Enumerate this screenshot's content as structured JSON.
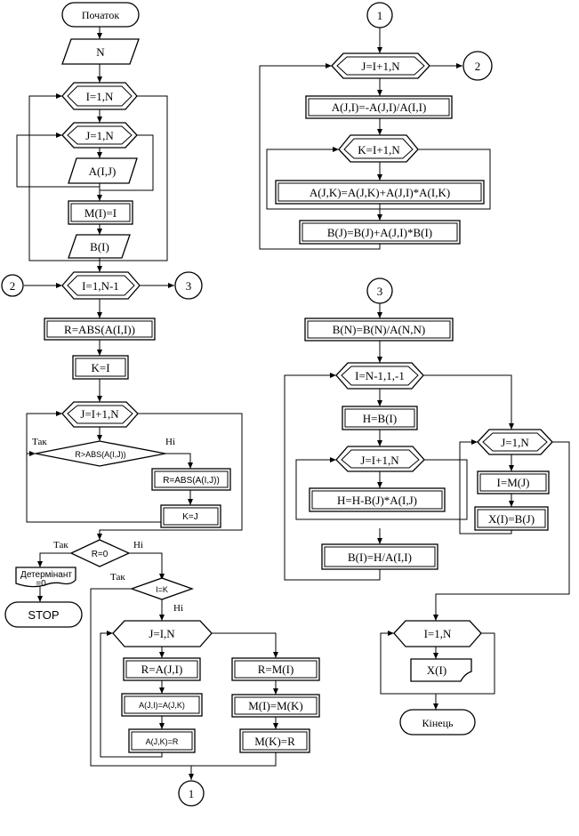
{
  "nodes": {
    "start": "Початок",
    "input_n": "N",
    "loop_i_1": "I=1,N",
    "loop_j_1": "J=1,N",
    "input_aij": "A(I,J)",
    "assign_mi": "M(I)=I",
    "input_bi": "B(I)",
    "conn_2_left": "2",
    "loop_i_2": "I=1,N-1",
    "conn_3_right": "3",
    "assign_r_abs": "R=ABS(A(I,I))",
    "assign_k_i": "K=I",
    "loop_j_2": "J=I+1,N",
    "cond_r_gt": "R>ABS(A(I,J))",
    "yes_1": "Так",
    "no_1": "Ні",
    "assign_r_abs_j": "R=ABS(A(I,J))",
    "assign_k_j": "K=J",
    "cond_r_zero": "R=0",
    "yes_2": "Так",
    "no_2": "Ні",
    "det_zero_l1": "Детермінант",
    "det_zero_l2": "=0",
    "stop": "STOP",
    "cond_i_k": "I=K",
    "yes_3": "Так",
    "no_3": "Ні",
    "loop_j_3": "J=I,N",
    "swap_r_a": "R=A(J,I)",
    "swap_a_ji": "A(J,I)=A(J,K)",
    "swap_a_jk": "A(J,K)=R",
    "swap_r_m": "R=M(I)",
    "swap_m_i": "M(I)=M(K)",
    "swap_m_k": "M(K)=R",
    "conn_1_bottom": "1",
    "conn_1_top": "1",
    "loop_j_4": "J=I+1,N",
    "conn_2_right": "2",
    "assign_a_ji": "A(J,I)=-A(J,I)/A(I,I)",
    "loop_k": "K=I+1,N",
    "assign_a_jk": "A(J,K)=A(J,K)+A(J,I)*A(I,K)",
    "assign_b_j": "B(J)=B(J)+A(J,I)*B(I)",
    "conn_3_top": "3",
    "assign_b_n": "B(N)=B(N)/A(N,N)",
    "loop_i_3": "I=N-1,1,-1",
    "assign_h_b": "H=B(I)",
    "loop_j_5": "J=I+1,N",
    "assign_h": "H=H-B(J)*A(I,J)",
    "assign_b_i": "B(I)=H/A(I,I)",
    "loop_j_6": "J=1,N",
    "assign_i_m": "I=M(J)",
    "assign_x_b": "X(I)=B(J)",
    "loop_i_4": "I=1,N",
    "output_x": "X(I)",
    "end": "Кінець"
  }
}
